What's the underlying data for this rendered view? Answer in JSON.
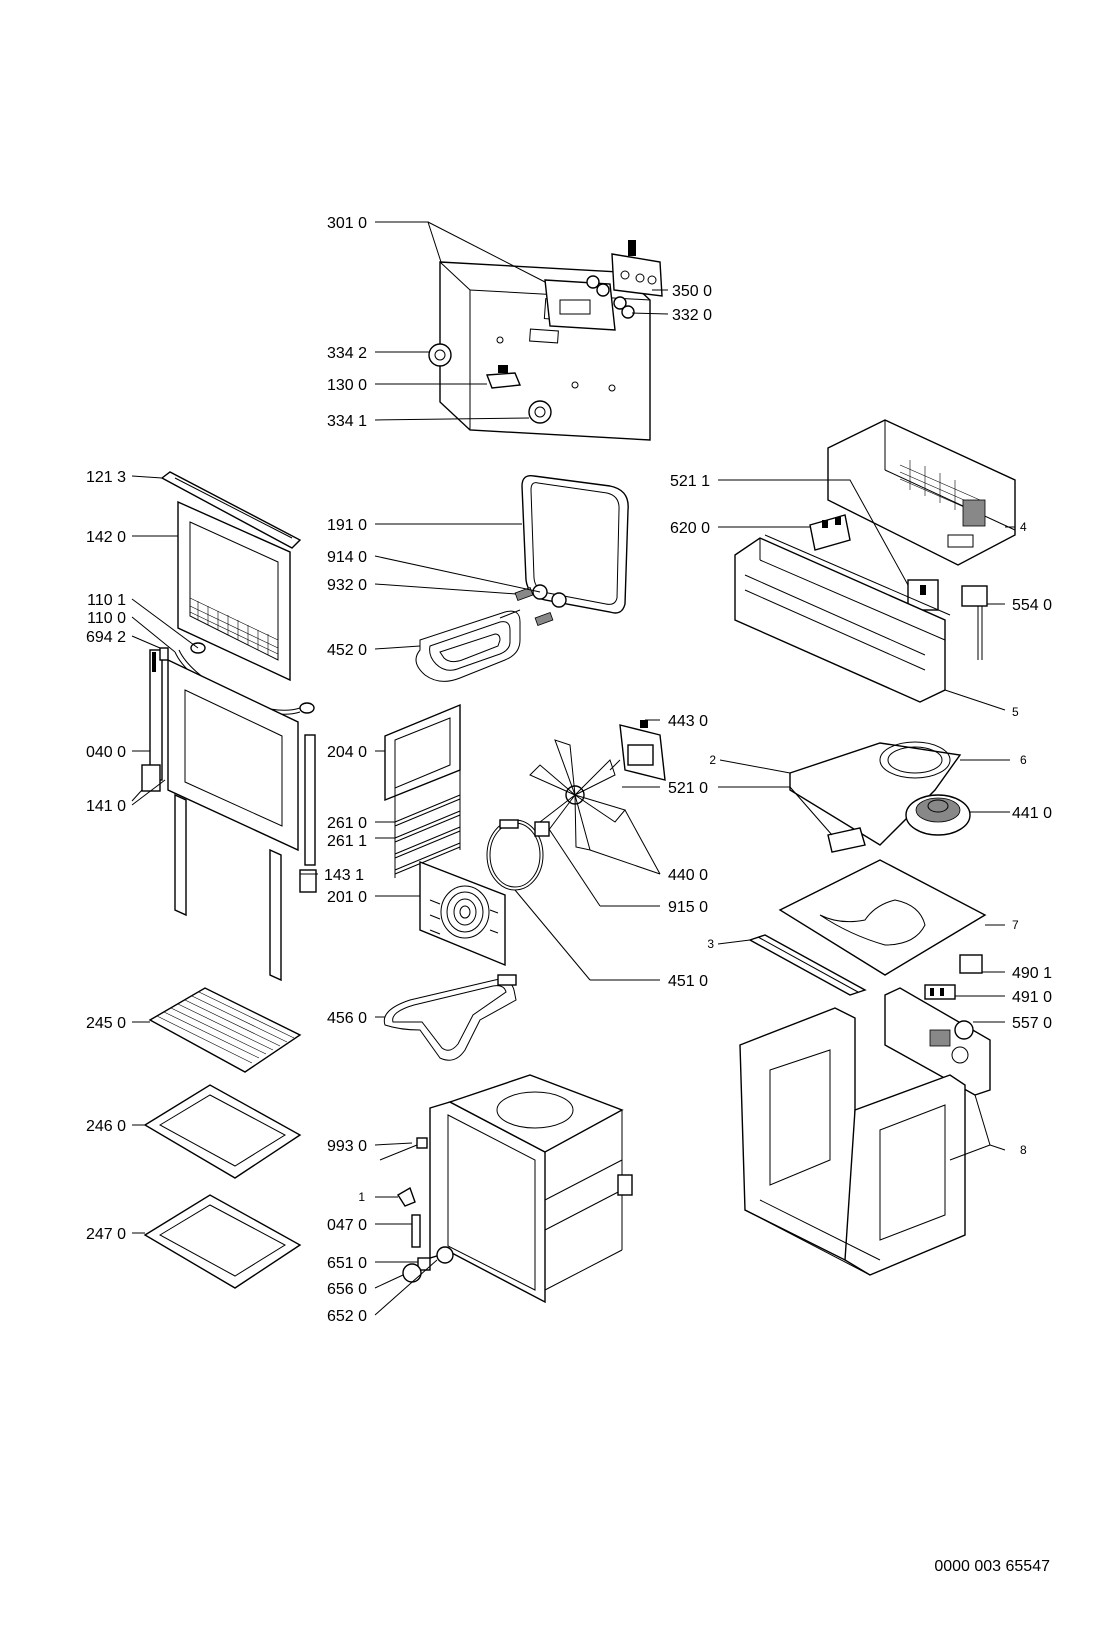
{
  "drawing_number": "0000 003 65547",
  "callouts": {
    "c3010": "301 0",
    "c3500": "350 0",
    "c3320": "332 0",
    "c3342": "334 2",
    "c1300": "130 0",
    "c3341": "334 1",
    "c1213": "121 3",
    "c1420": "142 0",
    "c1101": "110 1",
    "c1100": "110 0",
    "c6942": "694 2",
    "c0400": "040 0",
    "c1410": "141 0",
    "c1910": "191 0",
    "c9140": "914 0",
    "c9320": "932 0",
    "c4520": "452 0",
    "c2040": "204 0",
    "c2610": "261 0",
    "c2611": "261 1",
    "c1431": "143 1",
    "c2010": "201 0",
    "c4430": "443 0",
    "c5210": "521 0",
    "c4400": "440 0",
    "c9150": "915 0",
    "c4510": "451 0",
    "c5211": "521 1",
    "c6200": "620 0",
    "c5540": "554 0",
    "c4": "4",
    "c5": "5",
    "c2": "2",
    "c6": "6",
    "c4410": "441 0",
    "c7": "7",
    "c3": "3",
    "c4901": "490 1",
    "c4910": "491 0",
    "c5570": "557 0",
    "c8": "8",
    "c2450": "245 0",
    "c4560": "456 0",
    "c2460": "246 0",
    "c2470": "247 0",
    "c9930": "993 0",
    "c1": "1",
    "c0470": "047 0",
    "c6510": "651 0",
    "c6560": "656 0",
    "c6520": "652 0"
  }
}
